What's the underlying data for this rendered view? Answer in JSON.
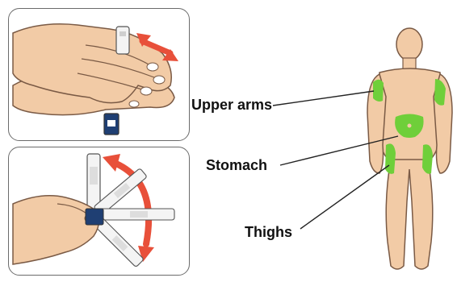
{
  "labels": {
    "upper_arms": "Upper arms",
    "stomach": "Stomach",
    "thighs": "Thighs"
  },
  "colors": {
    "skin": "#f2cba6",
    "skin_outline": "#7a5a45",
    "injection_site": "#6fcf3a",
    "arrow": "#e8503a",
    "panel_border": "#6b6b6b",
    "pen_body": "#f4f4f4",
    "pen_accent": "#1f3f73"
  }
}
